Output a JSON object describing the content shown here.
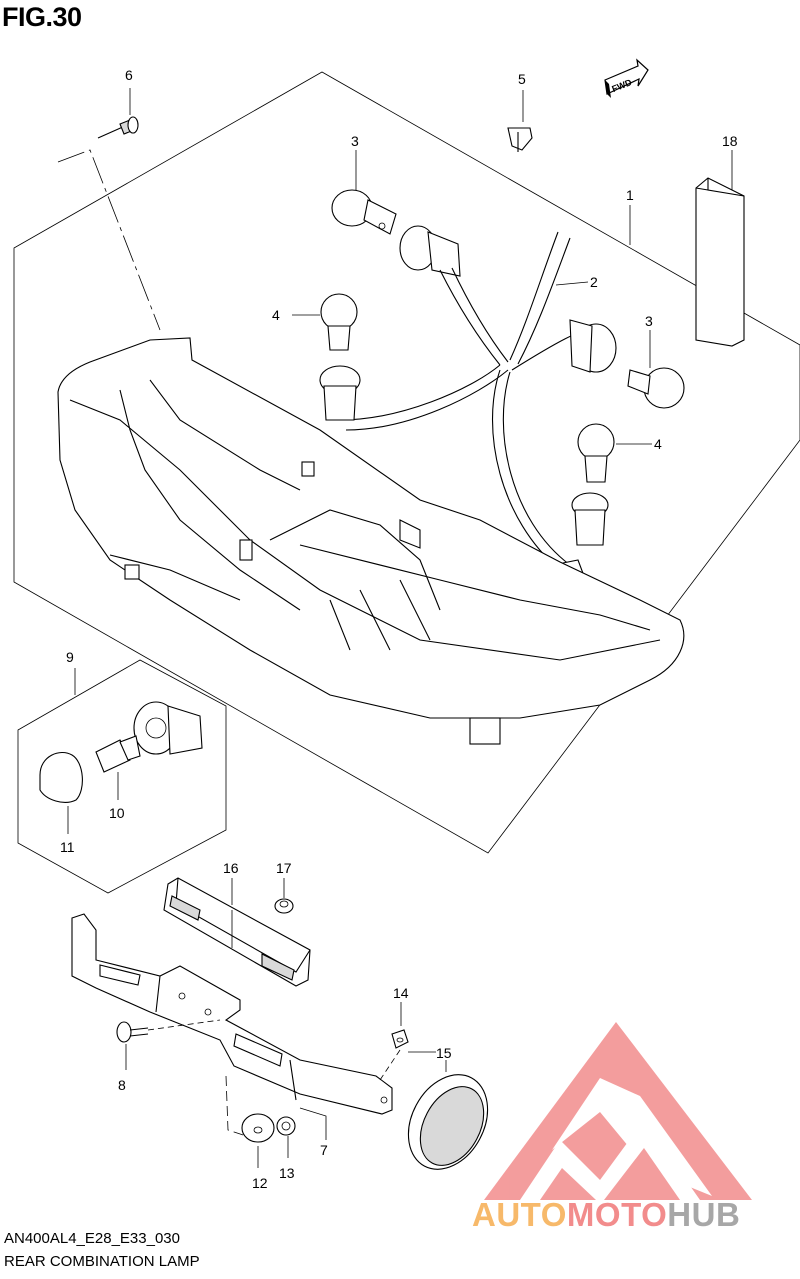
{
  "figure_title": "FIG.30",
  "fwd_label": "FWD",
  "callouts": [
    "1",
    "2",
    "3",
    "3",
    "4",
    "4",
    "5",
    "6",
    "7",
    "8",
    "9",
    "10",
    "11",
    "12",
    "13",
    "14",
    "15",
    "16",
    "17",
    "18"
  ],
  "footer": {
    "code": "AN400AL4_E28_E33_030",
    "caption": "REAR COMBINATION LAMP"
  },
  "watermark": {
    "auto": "AUTO",
    "moto": "MOTO",
    "hub": "HUB",
    "colors": {
      "auto": "#f7b96a",
      "moto": "#f28c8c",
      "hub": "#a7a7a7",
      "triangle": "#f28c8c"
    }
  }
}
